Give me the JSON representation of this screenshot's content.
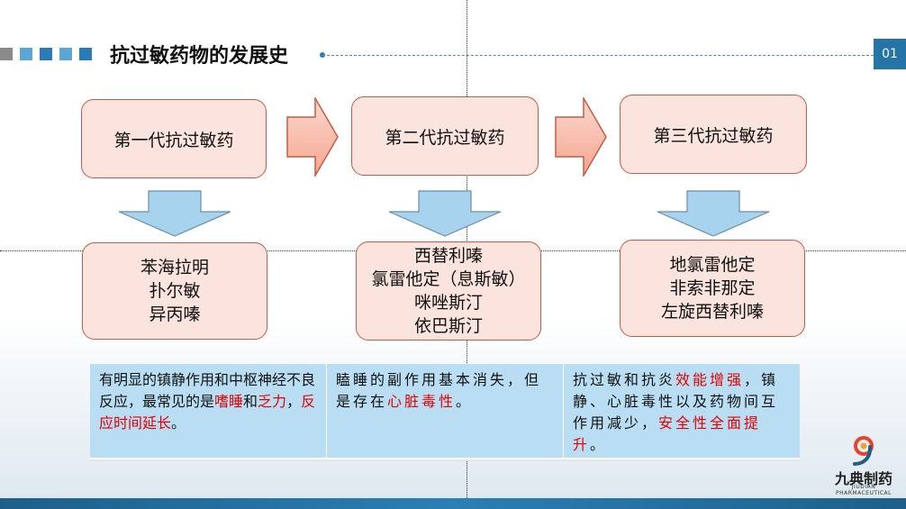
{
  "header": {
    "title": "抗过敏药物的发展史",
    "page_number": "01",
    "square_colors": [
      "#8a8a8a",
      "#5aa7d6",
      "#2b7bb8",
      "#5aa7d6",
      "#2b7bb8"
    ]
  },
  "generations": [
    {
      "label": "第一代抗过敏药",
      "drugs": [
        "苯海拉明",
        "扑尔敏",
        "异丙嗪"
      ]
    },
    {
      "label": "第二代抗过敏药",
      "drugs": [
        "西替利嗪",
        "氯雷他定（息斯敏）",
        "咪唑斯汀",
        "依巴斯汀"
      ]
    },
    {
      "label": "第三代抗过敏药",
      "drugs": [
        "地氯雷他定",
        "非索非那定",
        "左旋西替利嗪"
      ]
    }
  ],
  "descriptions": {
    "gen1": {
      "part1": "有明显的镇静作用和中枢神经不良反应，最常见的是",
      "red1": "嗜睡",
      "part2": "和",
      "red2": "乏力",
      "part3": "，",
      "red3": "反应时间延长",
      "part4": "。"
    },
    "gen2": {
      "part1": "瞌睡的副作用基本消失，但是存在",
      "red1": "心脏毒性",
      "part2": "。"
    },
    "gen3": {
      "part1": "抗过敏和抗炎",
      "red1": "效能增强",
      "part2": "，镇静、心脏毒性以及药物间互作用减少，",
      "red2": "安全性全面提升",
      "part3": "。"
    }
  },
  "logo": {
    "name": "九典制药",
    "sub": "JIUDIAN PHARMACEUTICAL"
  },
  "colors": {
    "box_fill": "#fbe4dd",
    "box_border": "#c85b47",
    "arrow_down": "#a7d3ee",
    "table_fill": "#b9def3",
    "accent_red": "#e60000",
    "page_badge": "#2474a8"
  }
}
